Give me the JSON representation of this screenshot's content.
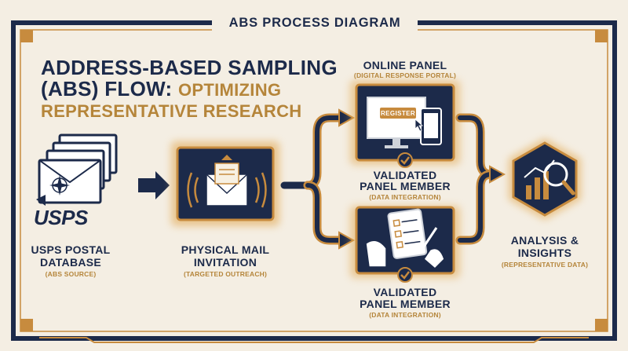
{
  "diagram": {
    "header_title": "ABS PROCESS DIAGRAM",
    "heading": {
      "line1": "ADDRESS-BASED SAMPLING",
      "line2_navy": "(ABS) FLOW:",
      "line2_gold": "OPTIMIZING",
      "line3_gold": "REPRESENTATIVE RESEARCH"
    },
    "usps_logo_text": "USPS",
    "register_button": "REGISTER",
    "nodes": [
      {
        "id": "usps",
        "label_line1": "USPS POSTAL",
        "label_line2": "DATABASE",
        "sub": "(ABS SOURCE)"
      },
      {
        "id": "mail",
        "label_line1": "PHYSICAL MAIL",
        "label_line2": "INVITATION",
        "sub": "(TARGETED OUTREACH)"
      },
      {
        "id": "online",
        "label_line1": "ONLINE PANEL",
        "label_line2": "",
        "sub": "(DIGITAL RESPONSE PORTAL)"
      },
      {
        "id": "validated_top",
        "label_line1": "VALIDATED",
        "label_line2": "PANEL MEMBER",
        "sub": "(DATA INTEGRATION)"
      },
      {
        "id": "validated_bottom",
        "label_line1": "VALIDATED",
        "label_line2": "PANEL MEMBER",
        "sub": "(DATA INTEGRATION)"
      },
      {
        "id": "analysis",
        "label_line1": "ANALYSIS &",
        "label_line2": "INSIGHTS",
        "sub": "(REPRESENTATIVE DATA)"
      }
    ],
    "colors": {
      "navy": "#1c2a4a",
      "gold": "#c78b3e",
      "background": "#f4eee3"
    }
  }
}
